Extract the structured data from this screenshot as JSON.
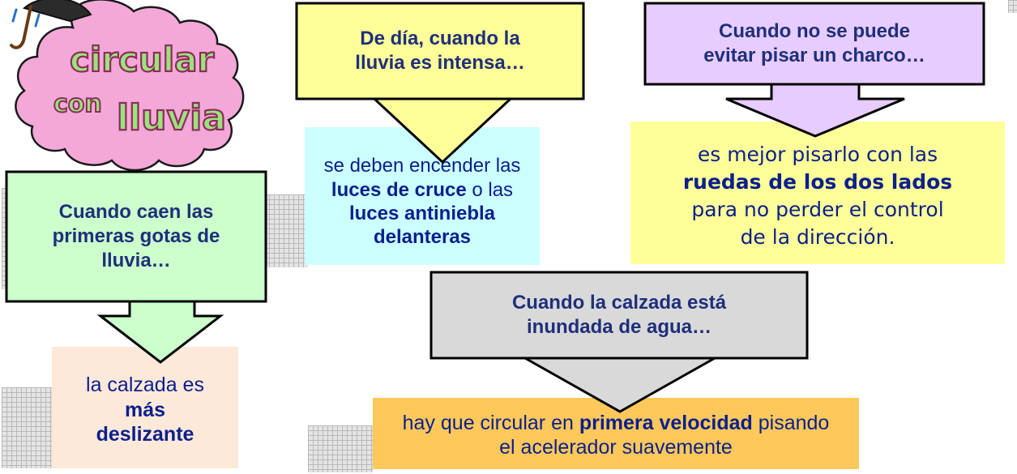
{
  "logo": {
    "line1": "circular",
    "line2a": "con",
    "line2b": "lluvia",
    "colors": {
      "cloud": "#f3a8d8",
      "text_fill": "#9be37a",
      "text_stroke": "#8b2c5a"
    }
  },
  "cards": [
    {
      "id": "primeras-gotas",
      "condition": [
        "Cuando caen  las",
        "primeras gotas de",
        "lluvia…"
      ],
      "result": [
        [
          {
            "t": "la calzada es",
            "b": false
          }
        ],
        [
          {
            "t": "más",
            "b": true
          }
        ],
        [
          {
            "t": "deslizante",
            "b": true
          }
        ]
      ],
      "colors": {
        "condition_bg": "#ccffcc",
        "result_bg": "#fde9d9"
      }
    },
    {
      "id": "lluvia-intensa",
      "condition": [
        "De día, cuando la",
        "lluvia es intensa…"
      ],
      "result": [
        [
          {
            "t": "se deben encender las",
            "b": false
          }
        ],
        [
          {
            "t": "luces de cruce",
            "b": true
          },
          {
            "t": " o las",
            "b": false
          }
        ],
        [
          {
            "t": "luces antiniebla",
            "b": true
          }
        ],
        [
          {
            "t": "delanteras",
            "b": true
          }
        ]
      ],
      "colors": {
        "condition_bg": "#ffff99",
        "result_bg": "#ccffff"
      }
    },
    {
      "id": "charco",
      "condition": [
        "Cuando  no se puede",
        "evitar pisar un charco…"
      ],
      "result": [
        [
          {
            "t": "es mejor pisarlo con las",
            "b": false
          }
        ],
        [
          {
            "t": "ruedas de los dos lados",
            "b": true
          }
        ],
        [
          {
            "t": "para no perder el control",
            "b": false
          }
        ],
        [
          {
            "t": "de la dirección.",
            "b": false
          }
        ]
      ],
      "colors": {
        "condition_bg": "#e6ccff",
        "result_bg": "#ffff99"
      }
    },
    {
      "id": "inundada",
      "condition": [
        "Cuando la calzada está",
        "inundada de agua…"
      ],
      "result": [
        [
          {
            "t": "hay que circular en ",
            "b": false
          },
          {
            "t": "primera velocidad",
            "b": true
          },
          {
            "t": " pisando",
            "b": false
          }
        ],
        [
          {
            "t": "el acelerador suavemente",
            "b": false
          }
        ]
      ],
      "colors": {
        "condition_bg": "#d9d9d9",
        "result_bg": "#ffc85a"
      }
    }
  ]
}
